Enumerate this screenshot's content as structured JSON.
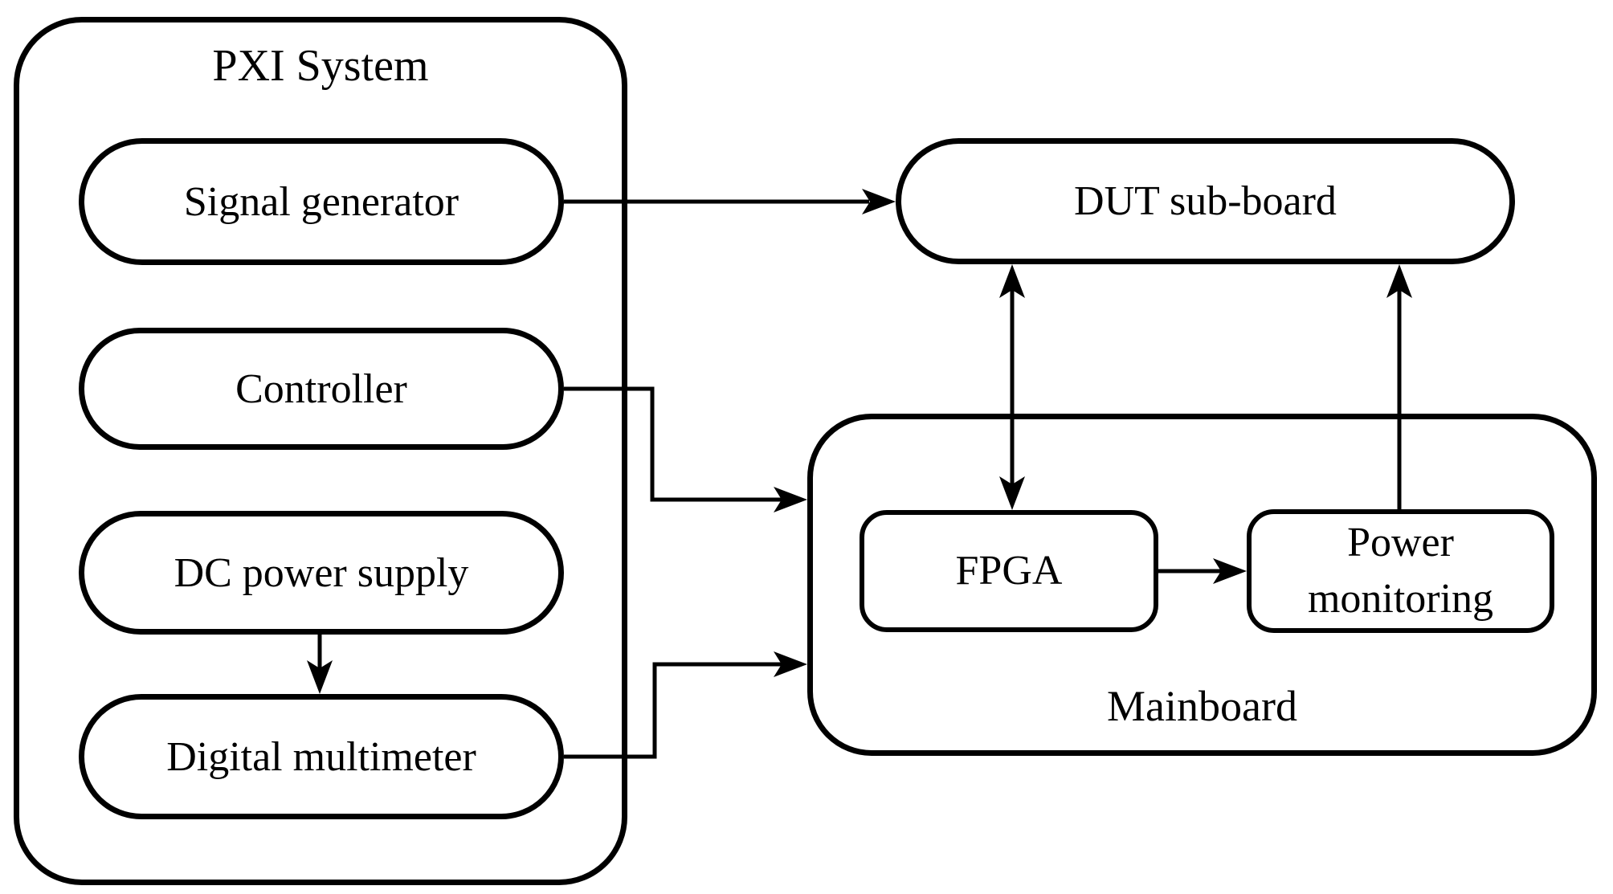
{
  "meta": {
    "background_color": "#ffffff",
    "line_color": "#000000"
  },
  "pxi_system": {
    "title": "PXI System"
  },
  "nodes": {
    "signal_generator": {
      "label": "Signal generator"
    },
    "controller": {
      "label": "Controller"
    },
    "dc_power_supply": {
      "label": "DC power supply"
    },
    "digital_multimeter": {
      "label": "Digital multimeter"
    },
    "dut_sub_board": {
      "label": "DUT sub-board"
    },
    "mainboard": {
      "label": "Mainboard"
    },
    "fpga": {
      "label": "FPGA"
    },
    "power_monitoring": {
      "label": "Power monitoring"
    }
  },
  "connections": [
    {
      "from": "Signal generator",
      "to": "DUT sub-board",
      "type": "arrow"
    },
    {
      "from": "Controller",
      "to": "Mainboard",
      "type": "arrow"
    },
    {
      "from": "DC power supply",
      "to": "Digital multimeter",
      "type": "arrow"
    },
    {
      "from": "Digital multimeter",
      "to": "Mainboard",
      "type": "arrow"
    },
    {
      "from": "DUT sub-board",
      "to": "FPGA",
      "type": "double-arrow"
    },
    {
      "from": "FPGA",
      "to": "Power monitoring",
      "type": "arrow"
    },
    {
      "from": "Power monitoring",
      "to": "DUT sub-board",
      "type": "arrow"
    }
  ]
}
